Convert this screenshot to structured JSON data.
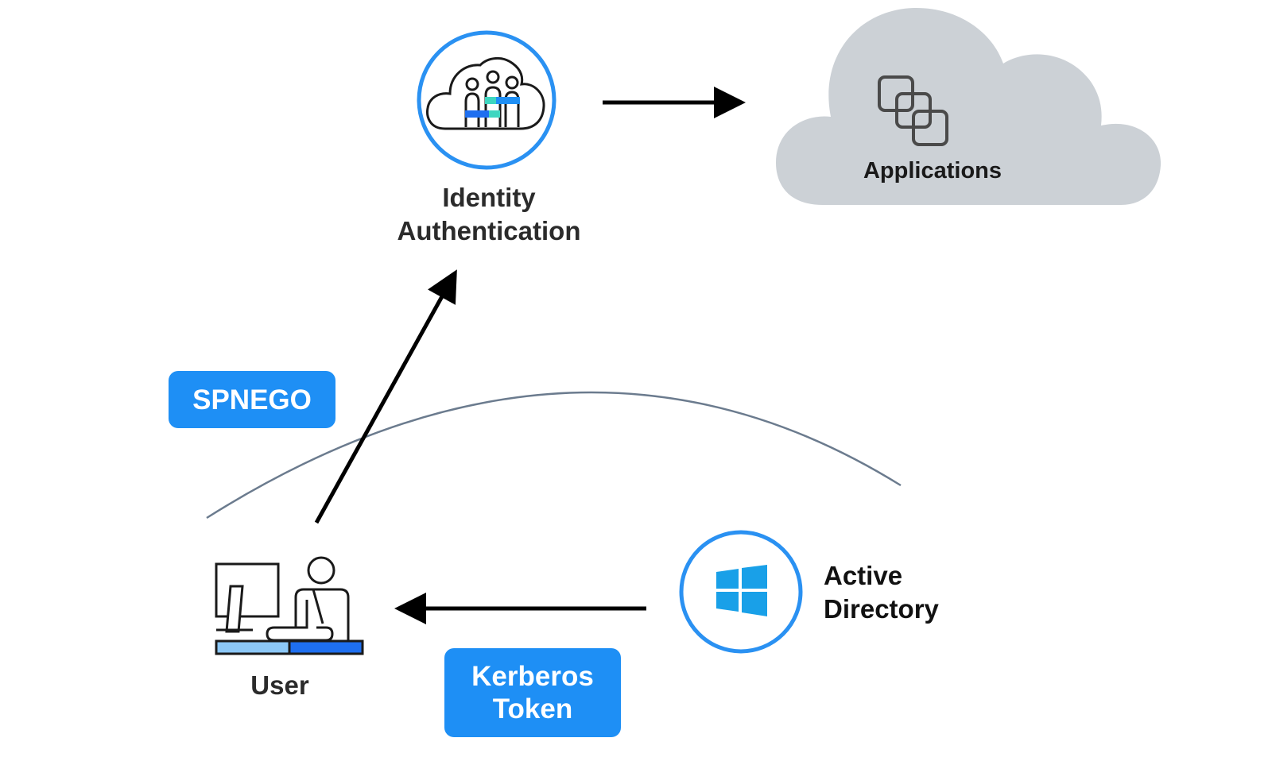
{
  "identity_auth": {
    "line1": "Identity",
    "line2": "Authentication",
    "icon": "cloud-people-icon"
  },
  "applications": {
    "label": "Applications",
    "icon": "overlapping-squares-icon"
  },
  "user": {
    "label": "User",
    "icon": "user-at-computer-icon"
  },
  "active_directory": {
    "line1": "Active",
    "line2": "Directory",
    "icon": "windows-logo-icon"
  },
  "badges": {
    "spnego": "SPNEGO",
    "kerberos_line1": "Kerberos",
    "kerberos_line2": "Token"
  },
  "colors": {
    "accent": "#1e8ff5",
    "ring": "#2a91f2",
    "cloud": "#ccd1d6",
    "arc": "#6b7b8e",
    "windows": "#19a0e8",
    "text": "#2b2b2b"
  }
}
